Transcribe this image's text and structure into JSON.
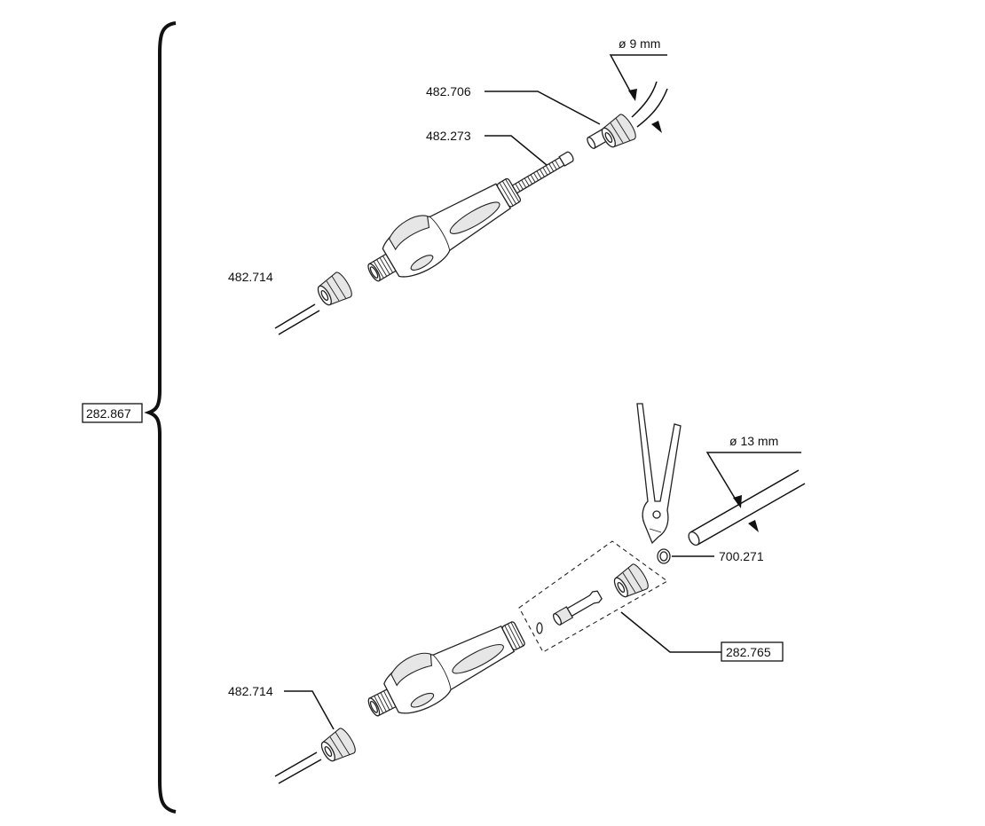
{
  "diagram": {
    "assembly_label": "282.867",
    "top": {
      "tube_diameter": "ø 9 mm",
      "nut_label": "482.706",
      "spring_label": "482.273",
      "cap_label": "482.714"
    },
    "bottom": {
      "tube_diameter": "ø 13 mm",
      "clamp_label": "700.271",
      "kit_label": "282.765",
      "cap_label": "482.714"
    }
  }
}
